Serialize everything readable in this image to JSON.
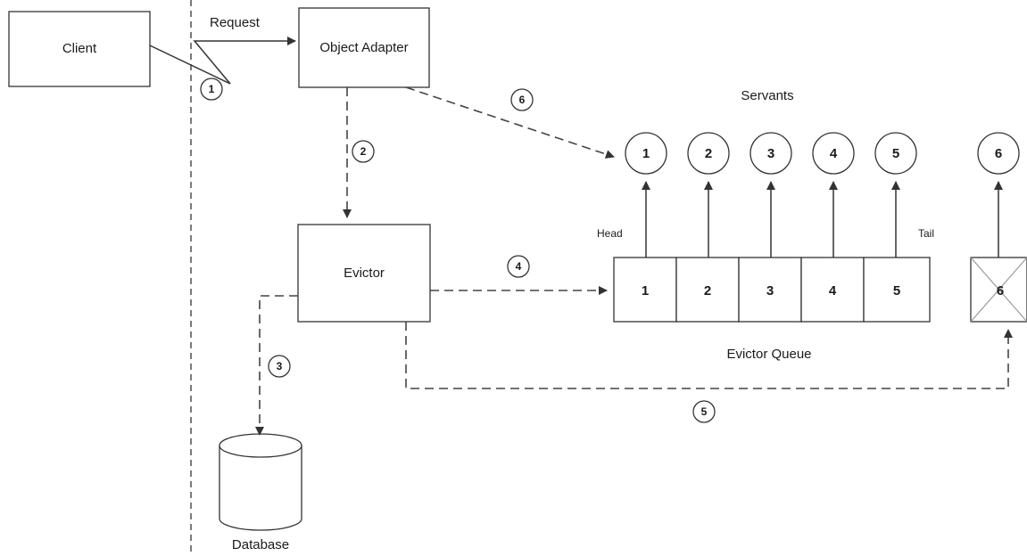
{
  "nodes": {
    "client": "Client",
    "object_adapter": "Object Adapter",
    "evictor": "Evictor",
    "database": "Database"
  },
  "labels": {
    "request": "Request",
    "servants": "Servants",
    "evictor_queue": "Evictor Queue",
    "head": "Head",
    "tail": "Tail"
  },
  "steps": [
    "1",
    "2",
    "3",
    "4",
    "5",
    "6"
  ],
  "servants": [
    "1",
    "2",
    "3",
    "4",
    "5",
    "6"
  ],
  "queue_cells": [
    "1",
    "2",
    "3",
    "4",
    "5"
  ],
  "evicted_cell": "6"
}
